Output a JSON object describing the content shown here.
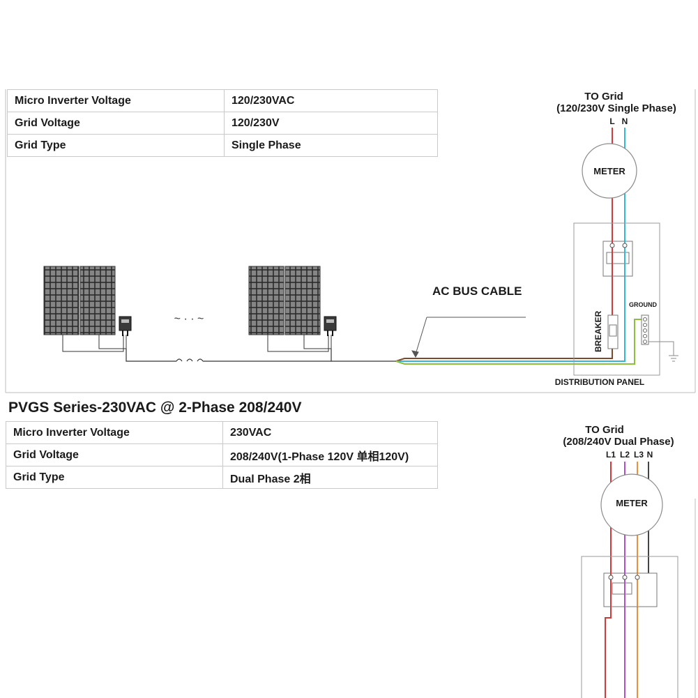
{
  "section1": {
    "rows": [
      {
        "label": "Micro Inverter Voltage",
        "value": "120/230VAC"
      },
      {
        "label": "Grid  Voltage",
        "value": "120/230V"
      },
      {
        "label": "Grid Type",
        "value": "Single Phase"
      }
    ],
    "to_grid_title": "TO Grid",
    "to_grid_sub": "(120/230V Single Phase)",
    "phase_l": "L",
    "phase_n": "N",
    "meter": "METER",
    "ac_bus_cable": "AC BUS CABLE",
    "breaker": "BREAKER",
    "ground": "GROUND",
    "distribution_panel": "DISTRIBUTION PANEL",
    "continuation_mark": "~ · · ~"
  },
  "section2": {
    "title": "PVGS Series-230VAC @ 2-Phase 208/240V",
    "rows": [
      {
        "label": "Micro Inverter Voltage",
        "value": "230VAC"
      },
      {
        "label": "Grid  Voltage",
        "value": "208/240V(1-Phase 120V 单相120V)"
      },
      {
        "label": "Grid Type",
        "value": "Dual Phase 2相"
      }
    ],
    "to_grid_title": "TO Grid",
    "to_grid_sub": "(208/240V Dual Phase)",
    "phase_l1": "L1",
    "phase_l2": "L2",
    "phase_l3": "L3",
    "phase_n": "N",
    "meter": "METER"
  },
  "colors": {
    "line": "#d13a3a",
    "neutral": "#35b6d4",
    "brown": "#7a4a2a",
    "ground": "#8cbf3a",
    "purple": "#b050c8",
    "orange": "#e8913a",
    "dark": "#444444"
  }
}
